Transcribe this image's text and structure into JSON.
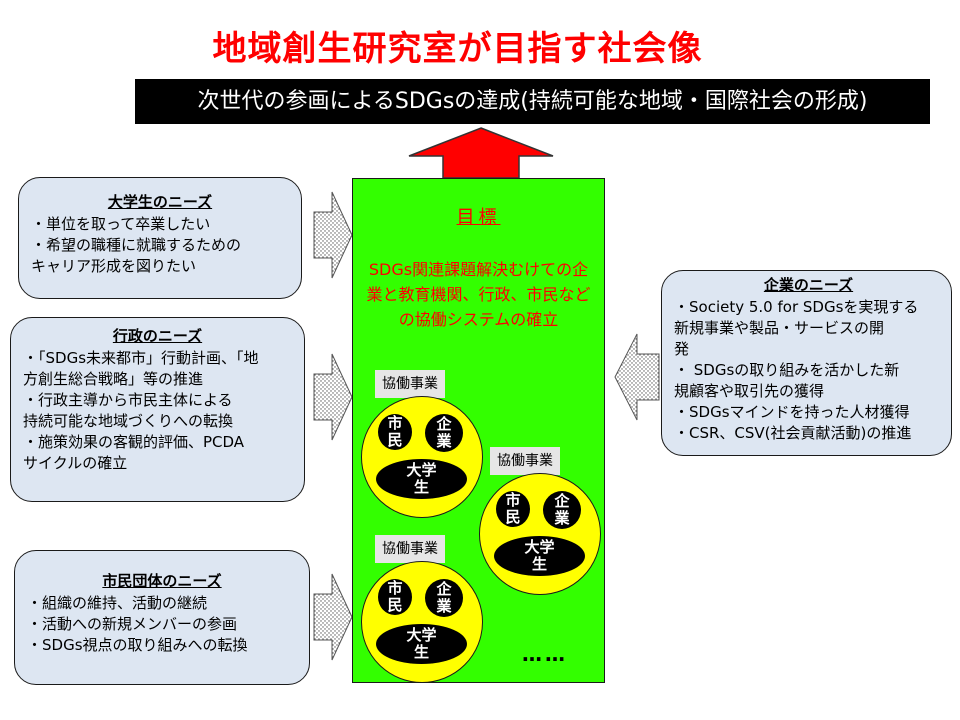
{
  "title": "地域創生研究室が目指す社会像",
  "banner": "次世代の参画によるSDGsの達成(持続可能な地域・国際社会の形成)",
  "needs": {
    "students": {
      "title": "大学生のニーズ",
      "items": [
        "・単位を取って卒業したい",
        "・希望の職種に就職するための\nキャリア形成を図りたい"
      ]
    },
    "government": {
      "title": "行政のニーズ",
      "items": [
        "・「SDGs未来都市」行動計画、「地\n方創生総合戦略」等の推進",
        "・行政主導から市民主体による\n持続可能な地域づくりへの転換",
        "・施策効果の客観的評価、PCDA\nサイクルの確立"
      ]
    },
    "citizens": {
      "title": "市民団体のニーズ",
      "items": [
        "・組織の維持、活動の継続",
        "・活動への新規メンバーの参画",
        "・SDGs視点の取り組みへの転換"
      ]
    },
    "companies": {
      "title": "企業のニーズ",
      "items": [
        "・Society 5.0 for SDGsを実現する\n新規事業や製品・サービスの開\n発",
        "・ SDGsの取り組みを活かした新\n規顧客や取引先の獲得",
        "・SDGsマインドを持った人材獲得",
        "・CSR、CSV(社会貢献活動)の推進"
      ]
    }
  },
  "goal": {
    "title": "目標",
    "text": "SDGs関連課題解決むけての企業と教育機関、行政、市民などの協働システムの確立"
  },
  "collab": {
    "label": "協働事業",
    "shimin": "市\n民",
    "kigyo": "企\n業",
    "daigaku": "大学\n生"
  },
  "more": "……",
  "colors": {
    "title": "#ff0000",
    "goal_panel": "#33ff00",
    "need_box": "#dde6f2",
    "collab_circle": "#ffff00",
    "banner": "#000000",
    "arrow_up": "#ff0000"
  }
}
